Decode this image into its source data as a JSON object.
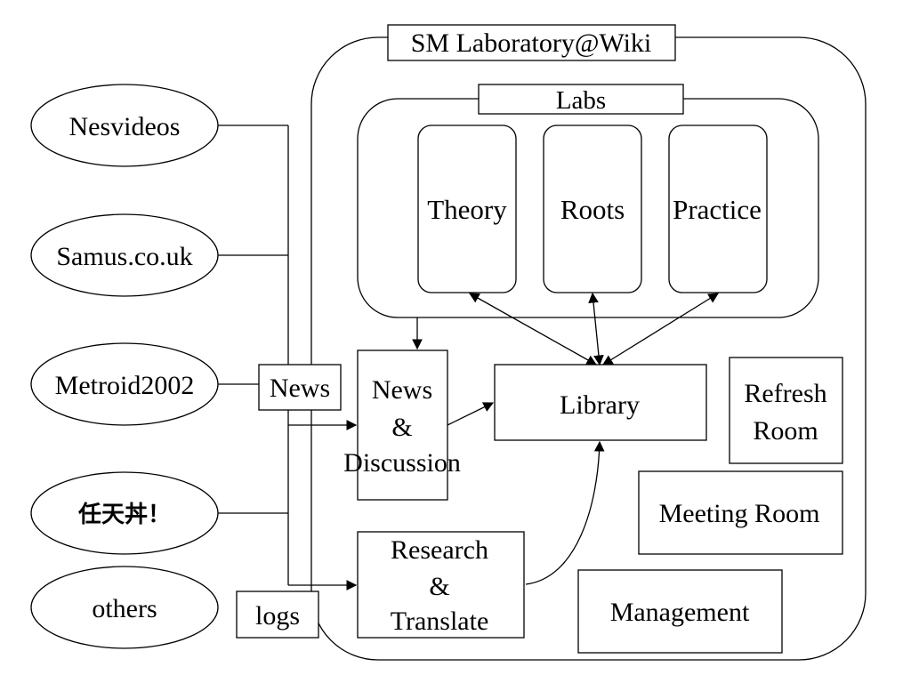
{
  "colors": {
    "background": "#ffffff",
    "ink": "#000000"
  },
  "wiki": {
    "title": "SM Laboratory@Wiki"
  },
  "labs": {
    "title": "Labs",
    "rooms": [
      "Theory",
      "Roots",
      "Practice"
    ]
  },
  "external_sites": [
    "Nesvideos",
    "Samus.co.uk",
    "Metroid2002",
    "任天丼！",
    "others"
  ],
  "news_label": "News",
  "logs_label": "logs",
  "news_discussion": [
    "News",
    "&",
    "Discussion"
  ],
  "library_label": "Library",
  "research_translate": [
    "Research",
    "&",
    "Translate"
  ],
  "refresh_room": [
    "Refresh",
    "Room"
  ],
  "meeting_room_label": "Meeting Room",
  "management_label": "Management"
}
